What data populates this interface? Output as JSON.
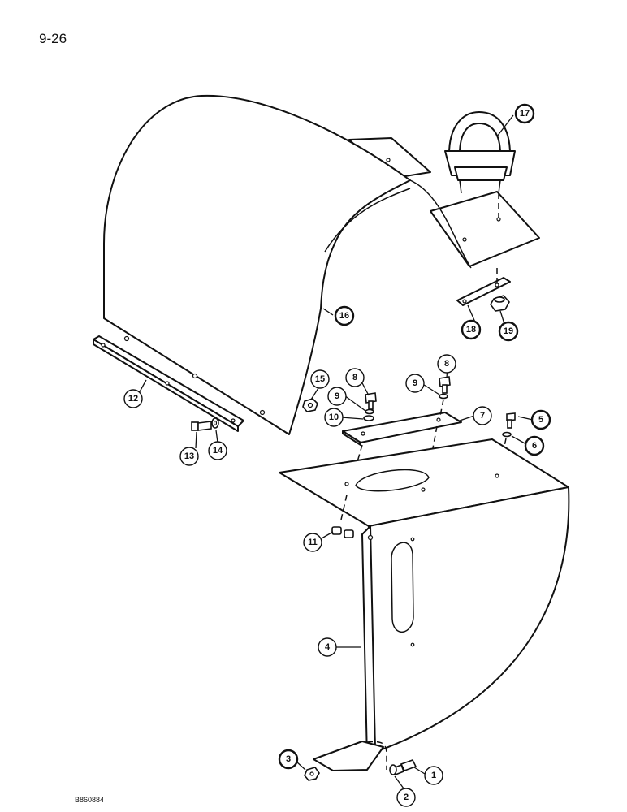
{
  "page_number": "9-26",
  "figure_id": "B860884",
  "callouts": [
    "1",
    "2",
    "3",
    "4",
    "5",
    "6",
    "7",
    "8",
    "9",
    "10",
    "11",
    "12",
    "13",
    "14",
    "15",
    "16",
    "17",
    "18",
    "19"
  ]
}
